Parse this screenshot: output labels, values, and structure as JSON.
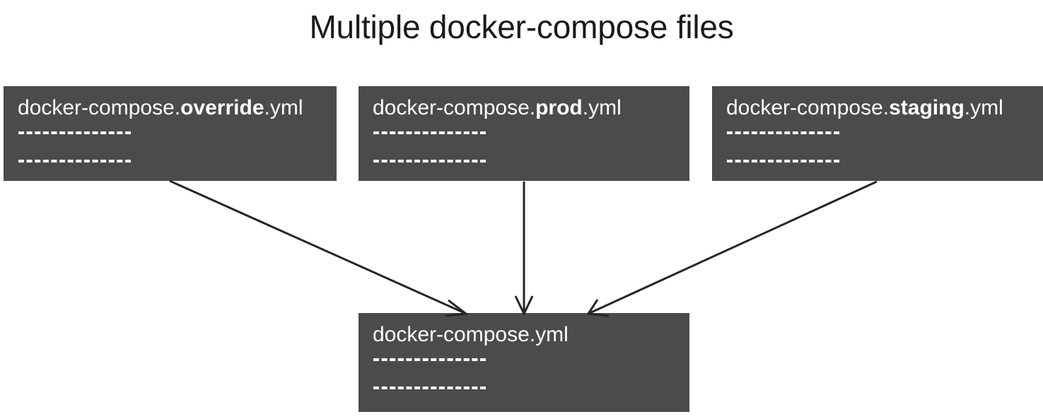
{
  "title": "Multiple docker-compose files",
  "colors": {
    "background": "#ffffff",
    "box_fill": "#4b4b4b",
    "box_text": "#ffffff",
    "title_text": "#1a1a1a",
    "arrow": "#262626"
  },
  "boxes": {
    "override": {
      "prefix": "docker-compose.",
      "env": "override",
      "suffix": ".yml",
      "full_label": "docker-compose.override.yml",
      "content_lines": [
        "------------",
        "------------"
      ]
    },
    "prod": {
      "prefix": "docker-compose.",
      "env": "prod",
      "suffix": ".yml",
      "full_label": "docker-compose.prod.yml",
      "content_lines": [
        "------------",
        "------------"
      ]
    },
    "staging": {
      "prefix": "docker-compose.",
      "env": "staging",
      "suffix": ".yml",
      "full_label": "docker-compose.staging.yml",
      "content_lines": [
        "------------",
        "------------"
      ]
    },
    "main": {
      "prefix": "docker-compose.yml",
      "env": "",
      "suffix": "",
      "full_label": "docker-compose.yml",
      "content_lines": [
        "------------",
        "------------"
      ]
    }
  },
  "arrows": [
    {
      "name": "override-to-main",
      "from": "override",
      "to": "main"
    },
    {
      "name": "prod-to-main",
      "from": "prod",
      "to": "main"
    },
    {
      "name": "staging-to-main",
      "from": "staging",
      "to": "main"
    }
  ]
}
